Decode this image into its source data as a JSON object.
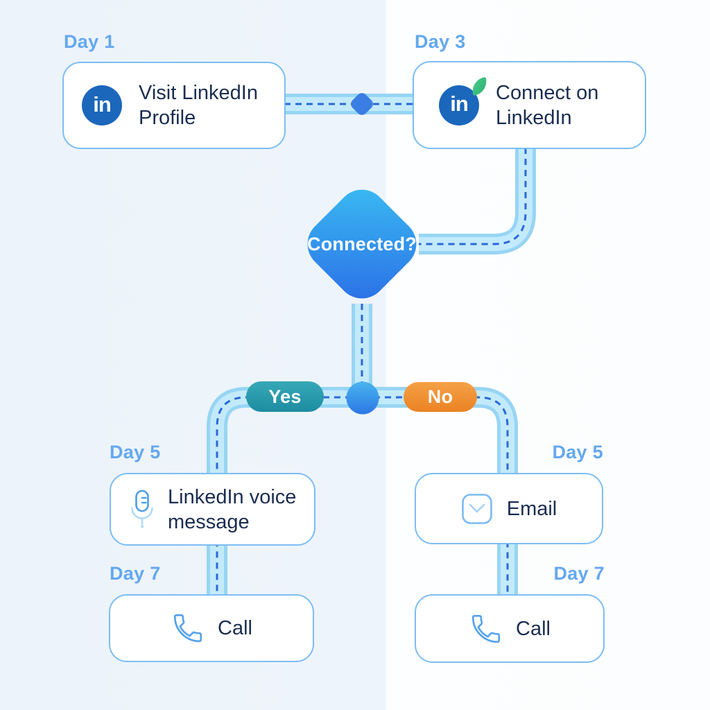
{
  "flow": {
    "steps": [
      {
        "id": "visit",
        "day": "Day 1",
        "label": "Visit LinkedIn Profile",
        "icon": "linkedin-icon"
      },
      {
        "id": "connect",
        "day": "Day 3",
        "label": "Connect on LinkedIn",
        "icon": "linkedin-leaf-icon"
      },
      {
        "id": "voice",
        "day": "Day 5",
        "label": "LinkedIn voice message",
        "icon": "microphone-icon"
      },
      {
        "id": "call-left",
        "day": "Day 7",
        "label": "Call",
        "icon": "phone-icon"
      },
      {
        "id": "email",
        "day": "Day 5",
        "label": "Email",
        "icon": "email-icon"
      },
      {
        "id": "call-right",
        "day": "Day 7",
        "label": "Call",
        "icon": "phone-icon"
      }
    ],
    "decision": {
      "label": "Connected?",
      "yes_label": "Yes",
      "no_label": "No"
    },
    "edges": [
      "visit -> connect",
      "connect -> decision",
      "decision -yes-> voice",
      "voice -> call-left",
      "decision -no-> email",
      "email -> call-right"
    ]
  },
  "icons": {
    "linkedin_glyph": "in"
  },
  "colors": {
    "background_left": "#ECF3FA",
    "background_right": "#FDFEFF",
    "box_border": "#7CBDF4",
    "box_text": "#1B2D50",
    "day_label": "#63A8F0",
    "connector_band": "#97D5F4",
    "connector_band_inner": "#C3EAFB",
    "connector_dash": "#2968DA",
    "decision_gradient_top": "#3ABEF2",
    "decision_gradient_bottom": "#2B6CE6",
    "yes_pill": "#2799AB",
    "no_pill": "#F0923A",
    "linkedin_blue": "#1B67BC",
    "leaf_green": "#3BC07D"
  }
}
